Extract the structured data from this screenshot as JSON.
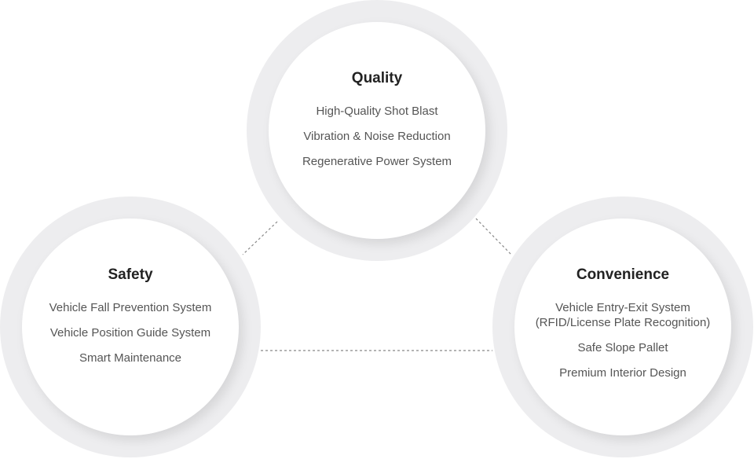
{
  "diagram": {
    "nodes": {
      "quality": {
        "title": "Quality",
        "features": [
          "High-Quality Shot Blast",
          "Vibration & Noise Reduction",
          "Regenerative Power System"
        ]
      },
      "safety": {
        "title": "Safety",
        "features": [
          "Vehicle Fall Prevention System",
          "Vehicle Position Guide System",
          "Smart Maintenance"
        ]
      },
      "convenience": {
        "title": "Convenience",
        "features": [
          "Vehicle Entry-Exit System",
          "(RFID/License Plate Recognition)",
          "Safe Slope Pallet",
          "Premium Interior Design"
        ]
      }
    },
    "connections": [
      [
        "quality",
        "safety"
      ],
      [
        "quality",
        "convenience"
      ],
      [
        "safety",
        "convenience"
      ]
    ],
    "colors": {
      "ring": "#ededef",
      "circle": "#ffffff",
      "title": "#222222",
      "feature_text": "#555555",
      "connector": "#888888"
    }
  }
}
